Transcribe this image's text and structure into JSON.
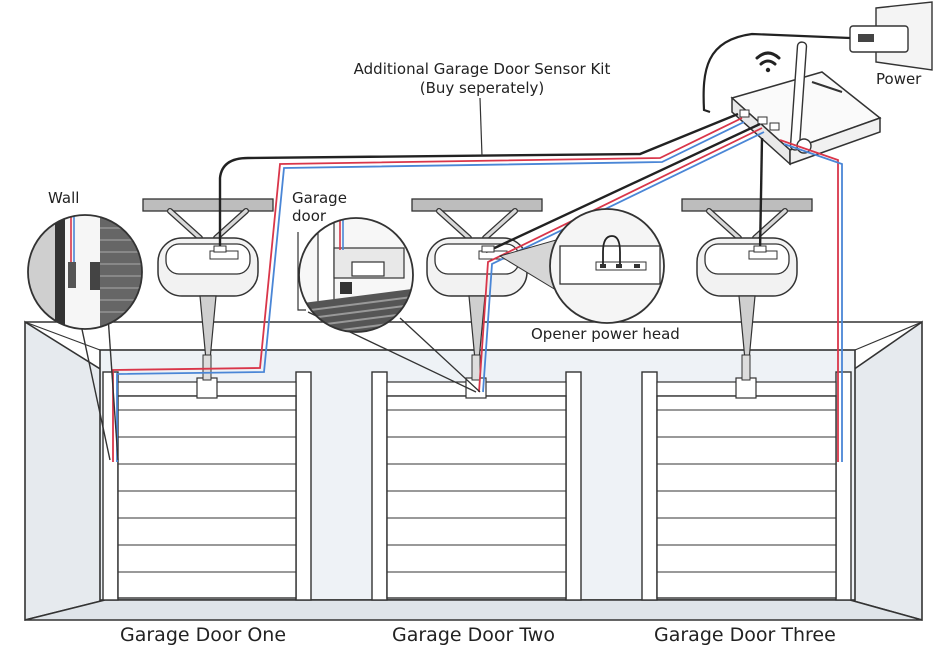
{
  "kit": {
    "title": "Additional Garage Door Sensor Kit",
    "note": "(Buy seperately)"
  },
  "labels": {
    "power": "Power",
    "wall": "Wall",
    "garage_door_line1": "Garage",
    "garage_door_line2": "door",
    "opener": "Opener power head"
  },
  "doors": [
    {
      "name": "Garage Door One"
    },
    {
      "name": "Garage Door Two"
    },
    {
      "name": "Garage Door Three"
    }
  ],
  "colors": {
    "outline": "#333333",
    "cable_black": "#222222",
    "cable_red": "#d9364a",
    "cable_blue": "#4a86d6",
    "wall_fill": "#eef2f6",
    "door_fill": "#ffffff",
    "device_fill": "#f2f2f2",
    "rail_fill": "#b9b9b9"
  },
  "icons": [
    "wifi-icon",
    "power-plug-icon",
    "hub-device-icon",
    "opener-icon",
    "magnifier-icon"
  ]
}
